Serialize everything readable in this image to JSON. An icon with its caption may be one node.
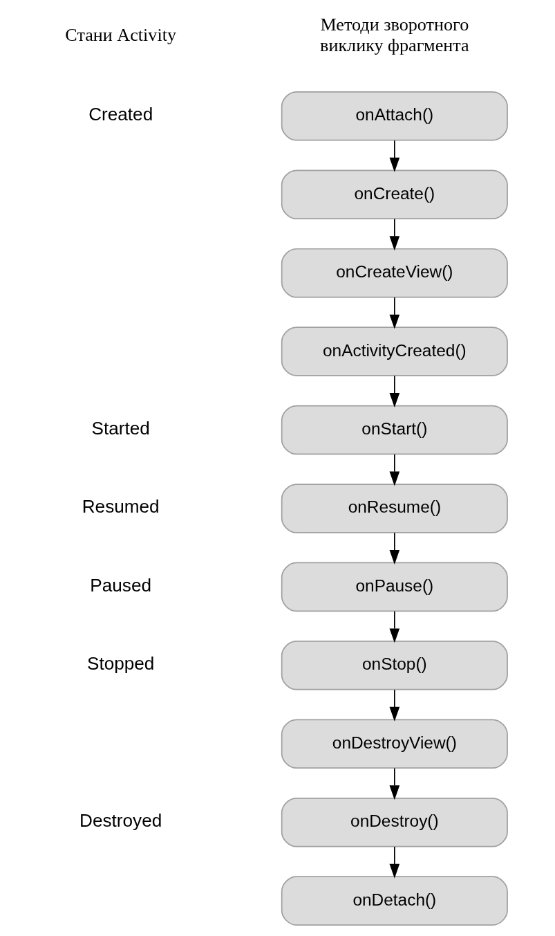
{
  "diagram": {
    "nodes": [
      {
        "text": [
          "onAttach()"
        ]
      },
      {
        "text": [
          "onCreate()"
        ]
      },
      {
        "text": [
          "onCreateView()"
        ]
      },
      {
        "text": [
          "onActivityCreated()"
        ]
      },
      {
        "text": [
          "onStart()"
        ]
      },
      {
        "text": [
          "onResume()"
        ]
      },
      {
        "text": [
          "onPause()"
        ]
      },
      {
        "text": [
          "onStop()"
        ]
      },
      {
        "text": [
          "onDestroyView()"
        ]
      },
      {
        "text": [
          "onDestroy()"
        ]
      },
      {
        "text": [
          "onDetach()"
        ]
      }
    ],
    "edges": [
      {
        "from": 0,
        "to": 1,
        "arrow": "to"
      },
      {
        "from": 1,
        "to": 2,
        "arrow": "to"
      },
      {
        "from": 2,
        "to": 3,
        "arrow": "to"
      },
      {
        "from": 3,
        "to": 4,
        "arrow": "to"
      },
      {
        "from": 4,
        "to": 5,
        "arrow": "to"
      },
      {
        "from": 5,
        "to": 6,
        "arrow": "to"
      },
      {
        "from": 6,
        "to": 7,
        "arrow": "to"
      },
      {
        "from": 7,
        "to": 8,
        "arrow": "to"
      },
      {
        "from": 8,
        "to": 9,
        "arrow": "to"
      },
      {
        "from": 9,
        "to": 10,
        "arrow": "to"
      }
    ],
    "labels": [
      "Стани Activity",
      "Методи зворотного виклику фрагмента",
      "Created",
      "Started",
      "Resumed",
      "Paused",
      "Stopped",
      "Destroyed"
    ]
  }
}
